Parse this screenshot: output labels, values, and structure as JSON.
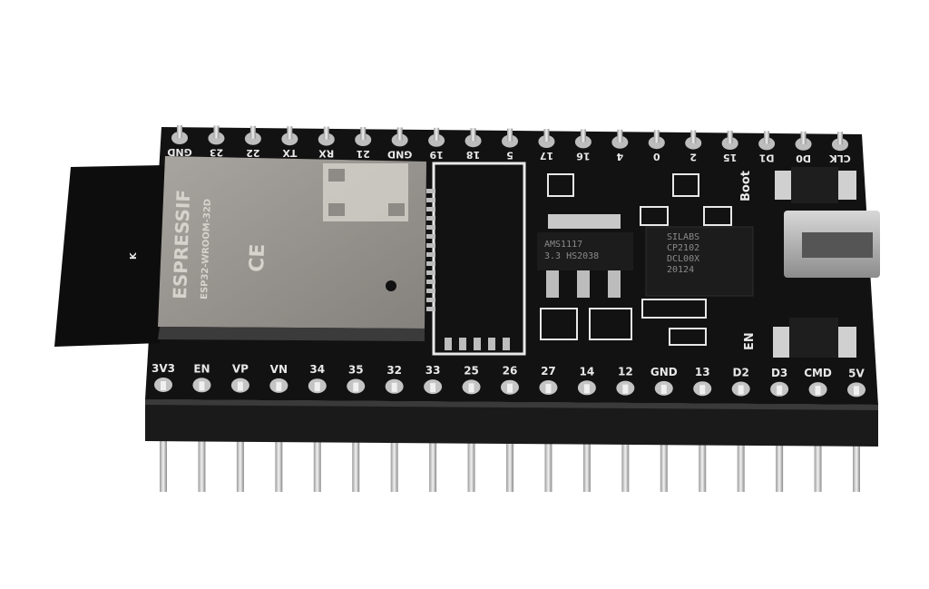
{
  "board": {
    "top_pins": [
      "GND",
      "23",
      "22",
      "TX",
      "RX",
      "21",
      "GND",
      "19",
      "18",
      "5",
      "17",
      "16",
      "4",
      "0",
      "2",
      "15",
      "D1",
      "D0",
      "CLK"
    ],
    "bottom_pins": [
      "3V3",
      "EN",
      "VP",
      "VN",
      "34",
      "35",
      "32",
      "33",
      "25",
      "26",
      "27",
      "14",
      "12",
      "GND",
      "13",
      "D2",
      "D3",
      "CMD",
      "5V"
    ],
    "boot_label": "Boot",
    "en_label": "EN",
    "module": {
      "brand": "ESPRESSIF",
      "model": "ESP32-WROOM-32D",
      "ce_mark": "CE"
    },
    "regulator": {
      "line1": "AMS1117",
      "line2": "3.3 HS2038"
    },
    "usb_chip": {
      "line1": "SILABS",
      "line2": "CP2102",
      "line3": "DCL00X",
      "line4": "20124"
    },
    "colors": {
      "pcb": "#111111",
      "silkscreen": "#e8e8e8",
      "module_shield": "#9b9792",
      "pin_metal": "#cfcfcf"
    }
  }
}
